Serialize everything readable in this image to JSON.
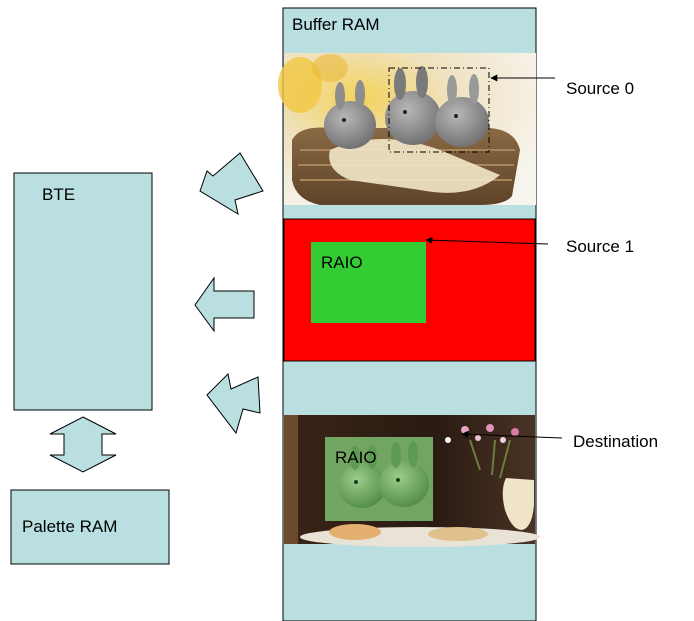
{
  "colors": {
    "block_fill": "#b9dfe1",
    "outline": "#000000",
    "source1_fill": "#ff0000",
    "raio_fill": "#33cc33",
    "arrow_fill": "#b9dfe1"
  },
  "buffer_ram": {
    "title": "Buffer RAM"
  },
  "bte": {
    "title": "BTE"
  },
  "palette_ram": {
    "title": "Palette RAM"
  },
  "source0": {
    "label": "Source 0"
  },
  "source1": {
    "label": "Source 1",
    "inner_label": "RAIO"
  },
  "destination": {
    "label": "Destination",
    "inner_label": "RAIO"
  },
  "icons": {
    "source0_image": "rabbits-in-basket-photo",
    "destination_image": "rabbits-on-table-photo"
  }
}
